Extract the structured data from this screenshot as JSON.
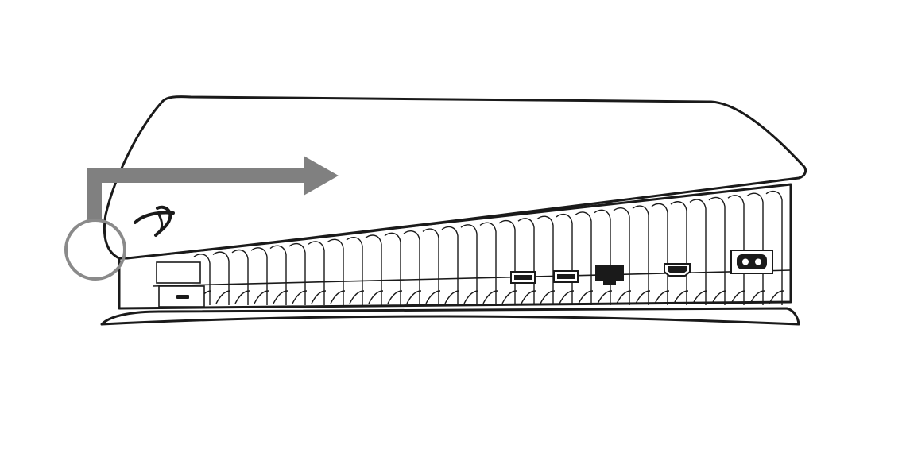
{
  "diagram": {
    "subject": "console-side-view",
    "instruction": "slide-cover-off-direction",
    "arrow_direction": "right",
    "callout_shape": "circle",
    "callout_target": "cover-front-corner",
    "ports": [
      {
        "name": "usb-a-port",
        "count": 2
      },
      {
        "name": "ethernet-port",
        "count": 1
      },
      {
        "name": "hdmi-port",
        "count": 1
      },
      {
        "name": "ac-in-port",
        "count": 1
      }
    ],
    "colors": {
      "outline": "#1a1a1a",
      "arrow": "#808080",
      "callout": "#8a8a8a",
      "fill": "#ffffff"
    }
  }
}
